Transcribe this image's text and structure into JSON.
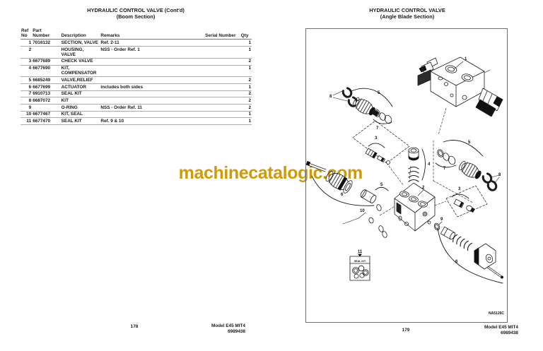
{
  "left_page": {
    "title": "HYDRAULIC CONTROL VALVE (Cont'd)",
    "subtitle": "(Boom Section)",
    "page_number": "178",
    "model": "Model E45 MIT4",
    "doc_number": "6989438",
    "table": {
      "headers": {
        "ref": "Ref\nNo",
        "part": "Part\nNumber",
        "description": "Description",
        "remarks": "Remarks",
        "serial": "Serial Number",
        "qty": "Qty"
      },
      "rows": [
        {
          "ref": "1",
          "part": "7016132",
          "description": "SECTION, VALVE",
          "remarks": "Ref. 2-11",
          "serial": "",
          "qty": "1"
        },
        {
          "ref": "2",
          "part": "",
          "description": "HOUSING,\nVALVE",
          "remarks": "NSS - Order Ref. 1",
          "serial": "",
          "qty": "1"
        },
        {
          "ref": "3",
          "part": "6677689",
          "description": "CHECK VALVE",
          "remarks": "",
          "serial": "",
          "qty": "2"
        },
        {
          "ref": "4",
          "part": "6677690",
          "description": "KIT,\nCOMPENSATOR",
          "remarks": "",
          "serial": "",
          "qty": "1"
        },
        {
          "ref": "5",
          "part": "6685249",
          "description": "VALVE,RELIEF",
          "remarks": "",
          "serial": "",
          "qty": "2"
        },
        {
          "ref": "6",
          "part": "6677699",
          "description": "ACTUATOR",
          "remarks": "includes both sides",
          "serial": "",
          "qty": "1"
        },
        {
          "ref": "7",
          "part": "6910713",
          "description": "SEAL KIT",
          "remarks": "",
          "serial": "",
          "qty": "2"
        },
        {
          "ref": "8",
          "part": "6687072",
          "description": "KIT",
          "remarks": "",
          "serial": "",
          "qty": "2"
        },
        {
          "ref": "9",
          "part": "",
          "description": "O-RING",
          "remarks": "NSS - Order Ref. 11",
          "serial": "",
          "qty": "2"
        },
        {
          "ref": "10",
          "part": "6677467",
          "description": "KIT, SEAL",
          "remarks": "",
          "serial": "",
          "qty": "1"
        },
        {
          "ref": "11",
          "part": "6677470",
          "description": "SEAL KIT",
          "remarks": "Ref. 9 & 10",
          "serial": "",
          "qty": "1"
        }
      ]
    }
  },
  "right_page": {
    "title": "HYDRAULIC CONTROL VALVE",
    "subtitle": "(Angle Blade Section)",
    "page_number": "179",
    "model": "Model E45 MIT4",
    "doc_number": "6989438",
    "diagram": {
      "figure_code": "NA5126C",
      "seal_kit_label": "SEAL KIT",
      "callout_labels": [
        "1",
        "8",
        "5",
        "7",
        "3",
        "4",
        "5",
        "7",
        "8",
        "2",
        "3",
        "9",
        "6",
        "5",
        "10",
        "6",
        "11"
      ]
    }
  },
  "watermark": {
    "text": "machinecatalogic.com",
    "color": "#CE9A06"
  }
}
